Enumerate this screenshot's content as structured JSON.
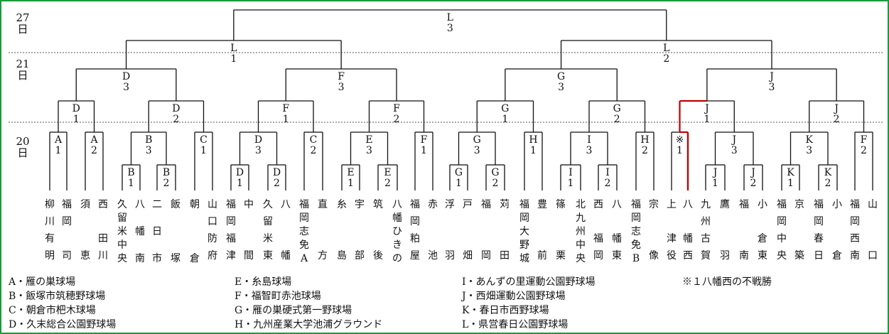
{
  "days": {
    "d27": [
      "27",
      "日"
    ],
    "d21": [
      "21",
      "日"
    ],
    "d20": [
      "20",
      "日"
    ]
  },
  "colors": {
    "frame": "#1a9a3a",
    "highlight": "#c00000",
    "line": "#111111"
  },
  "teams": [
    {
      "id": "t1",
      "name": [
        "柳",
        "川",
        "有",
        "明"
      ]
    },
    {
      "id": "t2",
      "name": [
        "福",
        "岡",
        "",
        "司"
      ]
    },
    {
      "id": "t3",
      "name": [
        "須",
        "",
        "",
        "恵"
      ]
    },
    {
      "id": "t4",
      "name": [
        "西",
        "",
        "田",
        "川"
      ]
    },
    {
      "id": "t5",
      "name": [
        "久",
        "留",
        "米",
        "中",
        "央"
      ]
    },
    {
      "id": "t6",
      "name": [
        "八",
        "",
        "幡",
        "",
        "南"
      ]
    },
    {
      "id": "t7",
      "name": [
        "二",
        "",
        "日",
        "",
        "市"
      ]
    },
    {
      "id": "t8",
      "name": [
        "飯",
        "",
        "",
        "",
        "塚"
      ]
    },
    {
      "id": "t9",
      "name": [
        "朝",
        "",
        "",
        "",
        "倉"
      ]
    },
    {
      "id": "t10",
      "name": [
        "山",
        "口",
        "防",
        "府"
      ]
    },
    {
      "id": "t11",
      "name": [
        "福",
        "岡",
        "福",
        "津"
      ]
    },
    {
      "id": "t12",
      "name": [
        "中",
        "",
        "",
        "間"
      ]
    },
    {
      "id": "t13",
      "name": [
        "久",
        "留",
        "米",
        "東"
      ]
    },
    {
      "id": "t14",
      "name": [
        "八",
        "",
        "",
        "幡"
      ]
    },
    {
      "id": "t15",
      "name": [
        "福",
        "岡",
        "志",
        "免",
        "A"
      ]
    },
    {
      "id": "t16",
      "name": [
        "直",
        "",
        "",
        "方"
      ]
    },
    {
      "id": "t17",
      "name": [
        "糸",
        "",
        "",
        "島"
      ]
    },
    {
      "id": "t18",
      "name": [
        "宇",
        "",
        "",
        "部"
      ]
    },
    {
      "id": "t19",
      "name": [
        "筑",
        "",
        "",
        "後"
      ]
    },
    {
      "id": "t20",
      "name": [
        "八",
        "幡",
        "ひ",
        "き",
        "の"
      ]
    },
    {
      "id": "t21",
      "name": [
        "福",
        "岡",
        "粕",
        "屋"
      ]
    },
    {
      "id": "t22",
      "name": [
        "赤",
        "",
        "",
        "池"
      ]
    },
    {
      "id": "t23",
      "name": [
        "浮",
        "",
        "",
        "羽"
      ]
    },
    {
      "id": "t24",
      "name": [
        "戸",
        "",
        "",
        "畑"
      ]
    },
    {
      "id": "t25",
      "name": [
        "福",
        "",
        "",
        "岡"
      ]
    },
    {
      "id": "t26",
      "name": [
        "苅",
        "",
        "",
        "田"
      ]
    },
    {
      "id": "t27",
      "name": [
        "福",
        "岡",
        "大",
        "野",
        "城"
      ]
    },
    {
      "id": "t28",
      "name": [
        "豊",
        "",
        "",
        "前"
      ]
    },
    {
      "id": "t29",
      "name": [
        "篠",
        "",
        "",
        "栗"
      ]
    },
    {
      "id": "t30",
      "name": [
        "北",
        "九",
        "州",
        "中",
        "央"
      ]
    },
    {
      "id": "t31",
      "name": [
        "西",
        "",
        "福",
        "岡"
      ]
    },
    {
      "id": "t32",
      "name": [
        "八",
        "",
        "幡",
        "東"
      ]
    },
    {
      "id": "t33",
      "name": [
        "福",
        "岡",
        "志",
        "免",
        "B"
      ]
    },
    {
      "id": "t34",
      "name": [
        "宗",
        "",
        "",
        "像"
      ]
    },
    {
      "id": "t35",
      "name": [
        "上",
        "",
        "津",
        "役"
      ]
    },
    {
      "id": "t36",
      "name": [
        "八",
        "",
        "幡",
        "西"
      ]
    },
    {
      "id": "t37",
      "name": [
        "九",
        "州",
        "古",
        "賀"
      ]
    },
    {
      "id": "t38",
      "name": [
        "鷹",
        "",
        "",
        "羽"
      ]
    },
    {
      "id": "t39",
      "name": [
        "福",
        "",
        "",
        "南"
      ]
    },
    {
      "id": "t40",
      "name": [
        "小",
        "",
        "倉",
        "東"
      ]
    },
    {
      "id": "t41",
      "name": [
        "福",
        "岡",
        "中",
        "央"
      ]
    },
    {
      "id": "t42",
      "name": [
        "京",
        "",
        "",
        "築"
      ]
    },
    {
      "id": "t43",
      "name": [
        "福",
        "岡",
        "春",
        "日"
      ]
    },
    {
      "id": "t44",
      "name": [
        "小",
        "",
        "",
        "倉"
      ]
    },
    {
      "id": "t45",
      "name": [
        "福",
        "岡",
        "西",
        "南"
      ]
    },
    {
      "id": "t46",
      "name": [
        "山",
        "",
        "",
        "口"
      ]
    }
  ],
  "matches": {
    "L3": [
      "L",
      "3"
    ],
    "L1": [
      "L",
      "1"
    ],
    "L2": [
      "L",
      "2"
    ],
    "D3": [
      "D",
      "3"
    ],
    "F3": [
      "F",
      "3"
    ],
    "G3": [
      "G",
      "3"
    ],
    "J3": [
      "J",
      "3"
    ],
    "D1": [
      "D",
      "1"
    ],
    "D2": [
      "D",
      "2"
    ],
    "F1": [
      "F",
      "1"
    ],
    "F2": [
      "F",
      "2"
    ],
    "G1": [
      "G",
      "1"
    ],
    "G2": [
      "G",
      "2"
    ],
    "J1": [
      "J",
      "1"
    ],
    "J2": [
      "J",
      "2"
    ],
    "A1": [
      "A",
      "1"
    ],
    "A2": [
      "A",
      "2"
    ],
    "B3": [
      "B",
      "3"
    ],
    "C1": [
      "C",
      "1"
    ],
    "D3b": [
      "D",
      "3"
    ],
    "C2": [
      "C",
      "2"
    ],
    "E3": [
      "E",
      "3"
    ],
    "F1b": [
      "F",
      "1"
    ],
    "G3b": [
      "G",
      "3"
    ],
    "H1": [
      "H",
      "1"
    ],
    "I3": [
      "I",
      "3"
    ],
    "H2": [
      "H",
      "2"
    ],
    "X1": [
      "※",
      "1"
    ],
    "J3b": [
      "J",
      "3"
    ],
    "K3": [
      "K",
      "3"
    ],
    "F2b": [
      "F",
      "2"
    ],
    "B1": [
      "B",
      "1"
    ],
    "B2": [
      "B",
      "2"
    ],
    "D1b": [
      "D",
      "1"
    ],
    "D2b": [
      "D",
      "2"
    ],
    "E1": [
      "E",
      "1"
    ],
    "E2": [
      "E",
      "2"
    ],
    "G1b": [
      "G",
      "1"
    ],
    "G2b": [
      "G",
      "2"
    ],
    "I1": [
      "I",
      "1"
    ],
    "I2": [
      "I",
      "2"
    ],
    "J1b": [
      "J",
      "1"
    ],
    "J2b": [
      "J",
      "2"
    ],
    "K1": [
      "K",
      "1"
    ],
    "K2": [
      "K",
      "2"
    ]
  },
  "legend": [
    "A・雁の巣球場",
    "B・飯塚市筑穂野球場",
    "C・朝倉市杷木球場",
    "D・久末総合公園野球場",
    "E・糸島球場",
    "F・福智町赤池球場",
    "G・雁の巣硬式第一野球場",
    "H・九州産業大学池浦グラウンド",
    "I・あんずの里運動公園野球場",
    "J・西畑運動公園野球場",
    "K・春日市西野球場",
    "L・県営春日公園野球場",
    "※１八幡西の不戦勝"
  ]
}
